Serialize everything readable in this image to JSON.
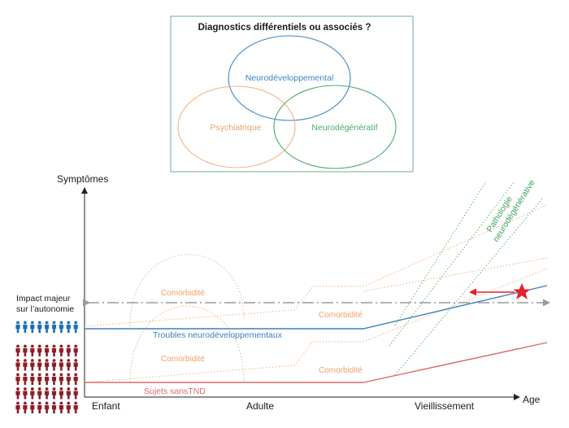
{
  "venn": {
    "title": "Diagnostics différentiels ou associés ?",
    "sets": [
      {
        "label": "Neurodéveloppemental",
        "color": "#3b86c4"
      },
      {
        "label": "Psychiatrique",
        "color": "#f3b182"
      },
      {
        "label": "Neurodégénératif",
        "color": "#48ad6b"
      }
    ],
    "frame_color": "#6fae8f"
  },
  "graph": {
    "y_label": "Symptômes",
    "x_label": "Age",
    "x_ticks": [
      "Enfant",
      "Adulte",
      "Vieillissement"
    ],
    "threshold_label_line1": "Impact majeur",
    "threshold_label_line2": "sur l’autonomie",
    "comorbidity_label": "Comorbidité",
    "tnd_label": "Troubles neurodéveloppementaux",
    "no_tnd_label": "Sujets sansTND",
    "neuro_label_line1": "Pathologie",
    "neuro_label_line2": "neurodégénérative"
  },
  "colors": {
    "tnd": "#3b7fc0",
    "no_tnd": "#dd6a6a",
    "comorbidity": "#f0b07c",
    "neuro": "#4fb46b",
    "threshold": "#9a9a9a",
    "star": "#e32229",
    "people_blue": "#1f6fb4",
    "people_red": "#8e1e28"
  },
  "people": {
    "blue_count": 9,
    "red_rows": 5,
    "red_per_row": 9
  }
}
